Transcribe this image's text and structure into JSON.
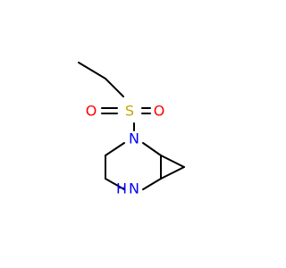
{
  "molecule": {
    "atoms": {
      "sulfur": {
        "symbol": "S",
        "color": "#C8A400"
      },
      "oxygen_left": {
        "symbol": "O",
        "color": "#FF0000"
      },
      "oxygen_right": {
        "symbol": "O",
        "color": "#FF0000"
      },
      "nitrogen_sulfonyl": {
        "symbol": "N",
        "color": "#0000FF"
      },
      "nitrogen_amine": {
        "symbol": "N",
        "color": "#0000FF"
      },
      "hydrogen_amine": {
        "symbol": "H",
        "color": "#0000FF"
      }
    },
    "bond_color": "#000000"
  }
}
